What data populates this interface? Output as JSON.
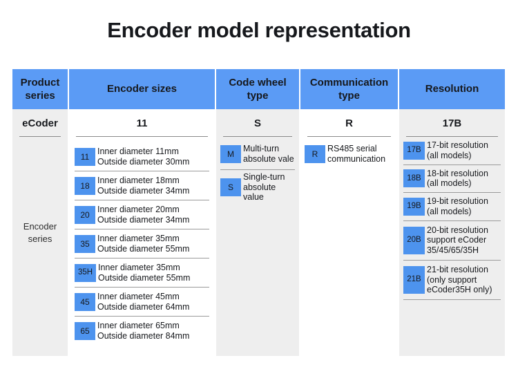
{
  "title": "Encoder model representation",
  "colors": {
    "header_blue": "#5b9bf5",
    "badge_blue": "#4d93ee",
    "column_shade": "#eeeeee",
    "text": "#16181c"
  },
  "table": {
    "columns": [
      {
        "header": "Product\nseries",
        "summary": "eCoder",
        "note": "Encoder\nseries",
        "shade": "gray",
        "items": []
      },
      {
        "header": "Encoder\nsizes",
        "summary": "11",
        "shade": "white",
        "items": [
          {
            "badge": "11",
            "line1": "Inner diameter 11mm",
            "line2": "Outside diameter 30mm"
          },
          {
            "badge": "18",
            "line1": "Inner diameter 18mm",
            "line2": "Outside diameter 34mm"
          },
          {
            "badge": "20",
            "line1": "Inner diameter 20mm",
            "line2": "Outside diameter 34mm"
          },
          {
            "badge": "35",
            "line1": "Inner diameter 35mm",
            "line2": "Outside diameter 55mm"
          },
          {
            "badge": "35H",
            "line1": "Inner diameter 35mm",
            "line2": "Outside diameter 55mm"
          },
          {
            "badge": "45",
            "line1": "Inner diameter 45mm",
            "line2": "Outside diameter 64mm"
          },
          {
            "badge": "65",
            "line1": "Inner diameter 65mm",
            "line2": "Outside diameter 84mm"
          }
        ]
      },
      {
        "header": "Code\nwheel type",
        "summary": "S",
        "shade": "gray",
        "items": [
          {
            "badge": "M",
            "line1": "Multi-turn",
            "line2": "absolute vale"
          },
          {
            "badge": "S",
            "line1": "Single-turn",
            "line2": "absolute value"
          }
        ]
      },
      {
        "header": "Communication\ntype",
        "summary": "R",
        "shade": "white",
        "items": [
          {
            "badge": "R",
            "line1": "RS485 serial",
            "line2": "communication"
          }
        ]
      },
      {
        "header": "Resolution",
        "summary": "17B",
        "shade": "gray",
        "items": [
          {
            "badge": "17B",
            "line1": "17-bit resolution",
            "line2": "(all models)"
          },
          {
            "badge": "18B",
            "line1": "18-bit resolution",
            "line2": "(all models)"
          },
          {
            "badge": "19B",
            "line1": "19-bit resolution",
            "line2": "(all models)"
          },
          {
            "badge": "20B",
            "line1": "20-bit resolution",
            "line2": "support eCoder",
            "line3": "35/45/65/35H"
          },
          {
            "badge": "21B",
            "line1": "21-bit resolution",
            "line2": "(only support",
            "line3": "eCoder35H only)"
          }
        ]
      }
    ]
  }
}
